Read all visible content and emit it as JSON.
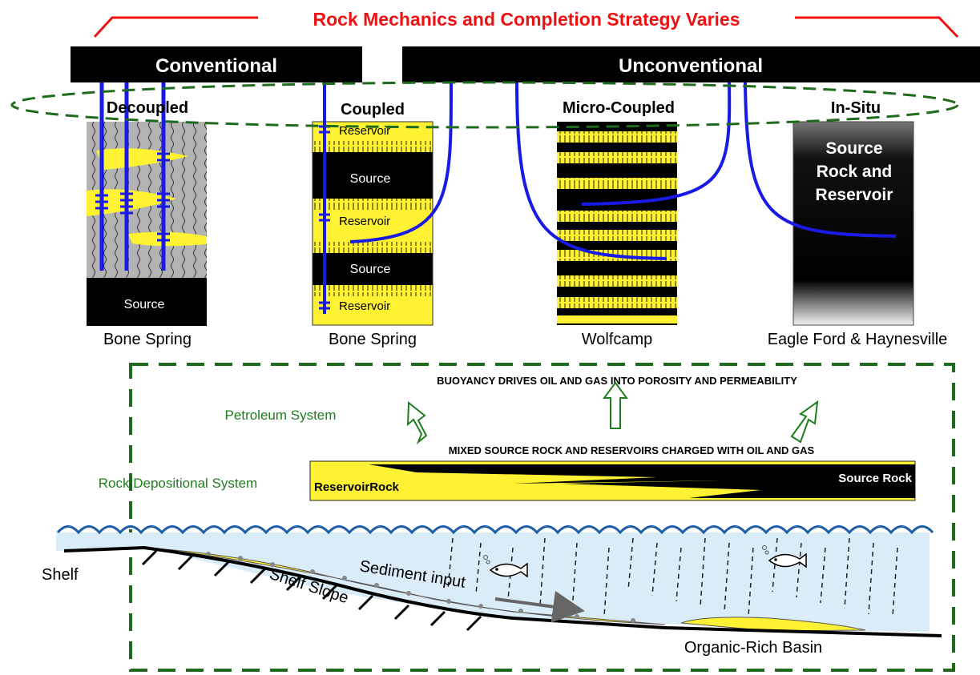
{
  "title": "Rock Mechanics and Completion Strategy Varies",
  "headers": {
    "conventional": "Conventional",
    "unconventional": "Unconventional"
  },
  "columns": [
    {
      "id": "decoupled",
      "title": "Decoupled",
      "label": "Bone Spring",
      "layers": [
        "Source"
      ]
    },
    {
      "id": "coupled",
      "title": "Coupled",
      "label": "Bone Spring",
      "layers": [
        "Reservoir",
        "Source",
        "Reservoir",
        "Source",
        "Reservoir"
      ]
    },
    {
      "id": "micro-coupled",
      "title": "Micro-Coupled",
      "label": "Wolfcamp"
    },
    {
      "id": "in-situ",
      "title": "In-Situ",
      "label": "Eagle Ford & Haynesville",
      "inner_text": [
        "Source",
        "Rock and",
        "Reservoir"
      ]
    }
  ],
  "petroleum": {
    "system_label": "Petroleum System",
    "buoyancy_text": "BUOYANCY DRIVES OIL AND GAS INTO POROSITY AND PERMEABILITY",
    "mixed_text": "MIXED SOURCE ROCK AND RESERVOIRS CHARGED WITH OIL AND GAS"
  },
  "depositional": {
    "system_label": "Rock Depositional System",
    "reservoir_rock": "ReservoirRock",
    "source_rock": "Source Rock"
  },
  "basin": {
    "shelf": "Shelf",
    "shelf_slope": "Shelf Slope",
    "sediment_input": "Sediment input",
    "organic_basin": "Organic-Rich Basin"
  },
  "colors": {
    "title_red": "#ee1111",
    "well_blue": "#1a1ae6",
    "dash_green": "#1e6b1e",
    "reservoir_yellow": "#fff233",
    "water_blue": "#d9ecf7",
    "wave_blue": "#1f5fa8"
  }
}
